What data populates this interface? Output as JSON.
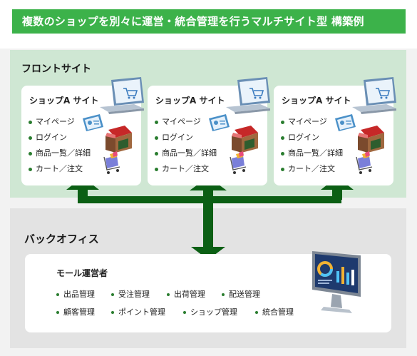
{
  "title": "複数のショップを別々に運営・統合管理を行うマルチサイト型 構築例",
  "front": {
    "label": "フロントサイト",
    "shops": [
      {
        "name": "ショップA サイト",
        "items": [
          "マイページ",
          "ログイン",
          "商品一覧／詳細",
          "カート／注文"
        ]
      },
      {
        "name": "ショップA サイト",
        "items": [
          "マイページ",
          "ログイン",
          "商品一覧／詳細",
          "カート／注文"
        ]
      },
      {
        "name": "ショップA サイト",
        "items": [
          "マイページ",
          "ログイン",
          "商品一覧／詳細",
          "カート／注文"
        ]
      }
    ]
  },
  "back": {
    "label": "バックオフィス",
    "mall_title": "モール運営者",
    "functions": [
      "出品管理",
      "受注管理",
      "出荷管理",
      "配送管理",
      "顧客管理",
      "ポイント管理",
      "ショップ管理",
      "統合管理"
    ]
  },
  "colors": {
    "title_bg": "#3cb24a",
    "front_bg": "#cfe7d3",
    "back_bg": "#e3e3e3",
    "arrow": "#0b5f14",
    "bullet": "#2a7d2f"
  },
  "icons": [
    "laptop-cart-icon",
    "id-card-icon",
    "storefront-icon",
    "shopping-cart-icon",
    "monitor-dashboard-icon"
  ]
}
